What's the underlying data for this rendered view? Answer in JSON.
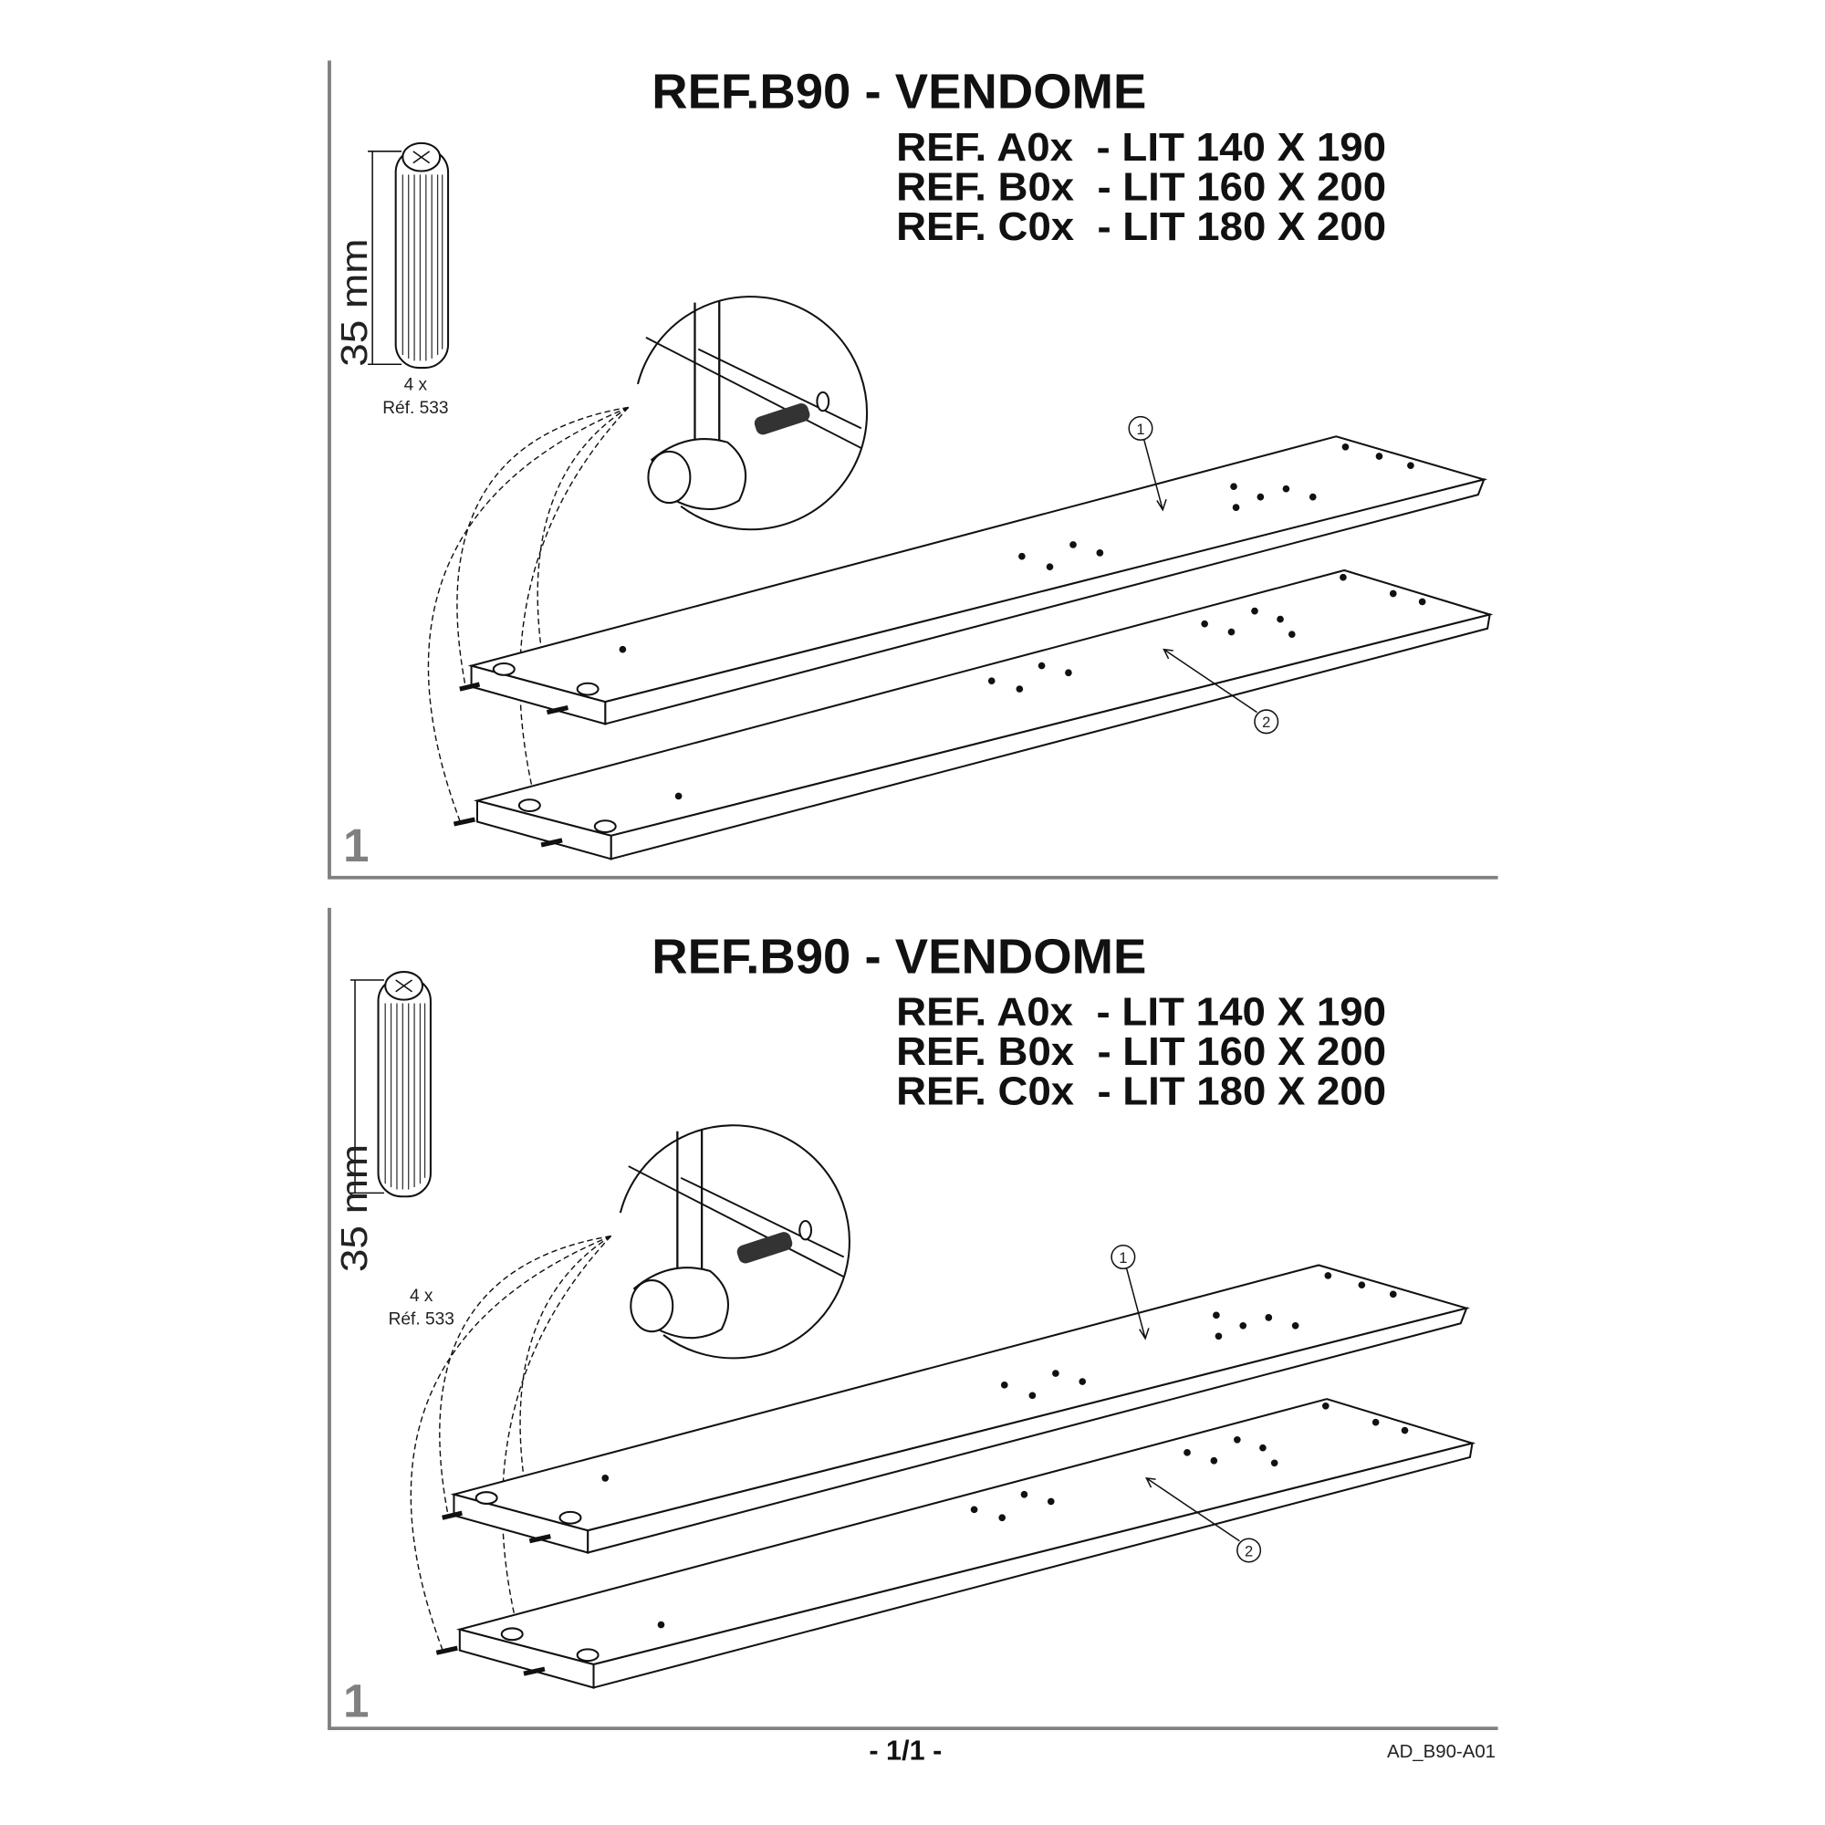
{
  "panels": [
    {
      "title": "REF.B90 - VENDOME",
      "refs": [
        "REF. A0x  - LIT 140 X 190",
        "REF. B0x  - LIT 160 X 200",
        "REF. C0x  - LIT 180 X 200"
      ],
      "dowel": {
        "dimension": "35 mm",
        "quantity": "4 x",
        "reference": "Réf. 533"
      },
      "step_number": "1",
      "callouts": [
        "1",
        "2"
      ]
    },
    {
      "title": "REF.B90 - VENDOME",
      "refs": [
        "REF. A0x  - LIT 140 X 190",
        "REF. B0x  - LIT 160 X 200",
        "REF. C0x  - LIT 180 X 200"
      ],
      "dowel": {
        "dimension": "35 mm",
        "quantity": "4 x",
        "reference": "Réf. 533"
      },
      "step_number": "1",
      "callouts": [
        "1",
        "2"
      ]
    }
  ],
  "footer": {
    "page": "- 1/1 -",
    "doc_code": "AD_B90-A01"
  },
  "colors": {
    "frame": "#808080",
    "ink": "#111111"
  }
}
